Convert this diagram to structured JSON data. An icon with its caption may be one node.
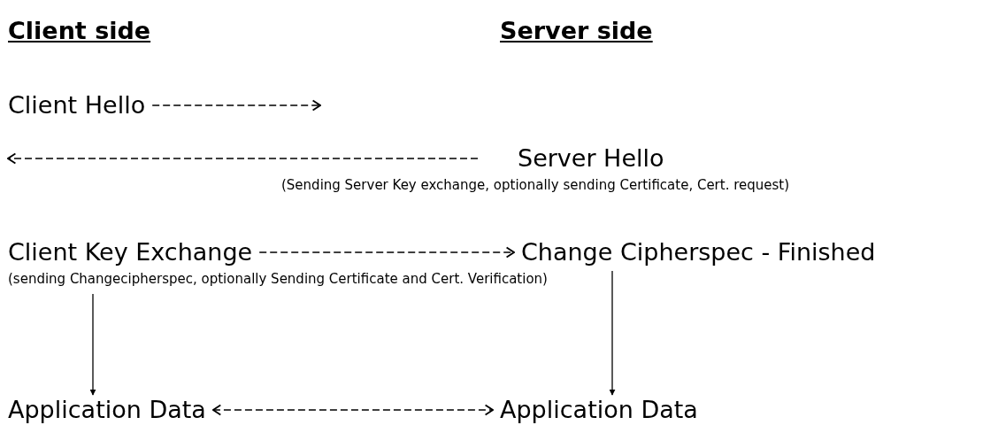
{
  "diagram": {
    "nodes": [
      {
        "text": [
          "Client Hello"
        ]
      },
      {
        "text": [
          "Server Hello"
        ],
        "beside": [
          "(Sending Server Key exchange, optionally sending Certificate, Cert. request)"
        ]
      },
      {
        "text": [
          "Client Key Exchange"
        ],
        "beside": [
          "(sending Changecipherspec, optionally Sending Certificate and Cert. Verification)"
        ]
      },
      {
        "text": [
          "Change Cipherspec - Finished"
        ]
      },
      {
        "text": [
          "Application Data"
        ]
      },
      {
        "text": [
          "Application Data"
        ]
      }
    ],
    "edges": [
      {
        "from": 0,
        "to": null,
        "arrow": "to",
        "style": "dashed"
      },
      {
        "from": 1,
        "to": null,
        "arrow": "to",
        "style": "dashed"
      },
      {
        "from": 2,
        "to": 3,
        "arrow": "to",
        "style": "dashed"
      },
      {
        "from": 2,
        "to": 4,
        "arrow": "to"
      },
      {
        "from": 3,
        "to": 5,
        "arrow": "to"
      },
      {
        "from": 4,
        "to": 5,
        "arrow": "both",
        "style": "dashed"
      }
    ],
    "labels": [
      "Client side",
      "Server side"
    ]
  }
}
